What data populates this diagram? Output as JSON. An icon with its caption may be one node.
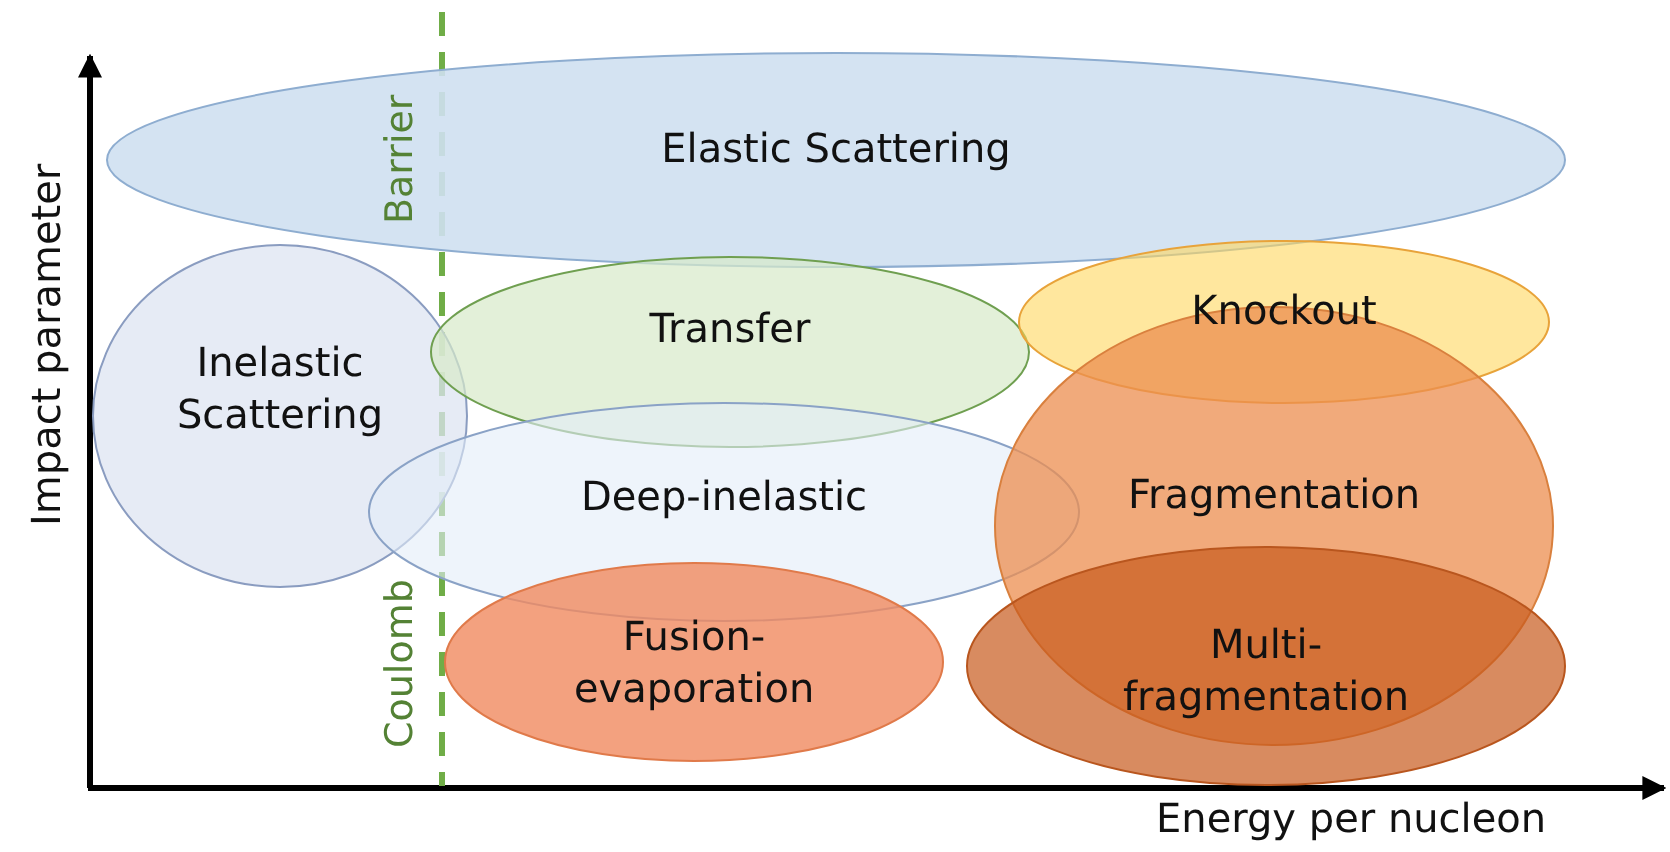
{
  "diagram": {
    "nodes": [
      {
        "text": [
          "Elastic Scattering"
        ]
      },
      {
        "text": [
          "Inelastic Scattering"
        ]
      },
      {
        "text": [
          "Transfer"
        ]
      },
      {
        "text": [
          "Knockout"
        ]
      },
      {
        "text": [
          "Deep-inelastic"
        ]
      },
      {
        "text": [
          "Fragmentation"
        ]
      },
      {
        "text": [
          "Fusion- evaporation"
        ]
      },
      {
        "text": [
          "Multi- fragmentation"
        ]
      }
    ],
    "edges": [],
    "labels": [
      "Impact parameter",
      "Barrier",
      "Coulomb",
      "Energy per nucleon"
    ]
  }
}
